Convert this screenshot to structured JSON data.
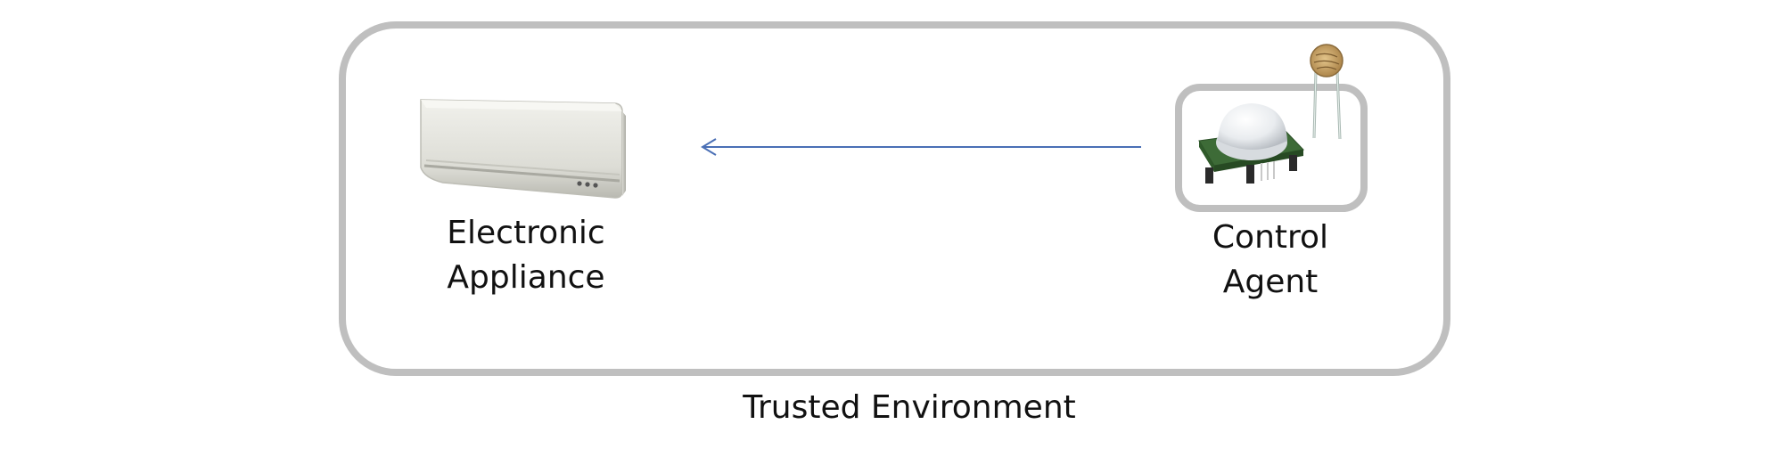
{
  "nodes": {
    "appliance": {
      "label_line1": "Electronic",
      "label_line2": "Appliance"
    },
    "agent": {
      "label_line1": "Control",
      "label_line2": "Agent"
    }
  },
  "environment": {
    "label": "Trusted Environment"
  },
  "colors": {
    "border": "#bfbfbf",
    "arrow": "#4a6fb5"
  },
  "icons": {
    "appliance": "air-conditioner-icon",
    "agent": "motion-sensor-icon",
    "sensor": "light-sensor-icon"
  }
}
